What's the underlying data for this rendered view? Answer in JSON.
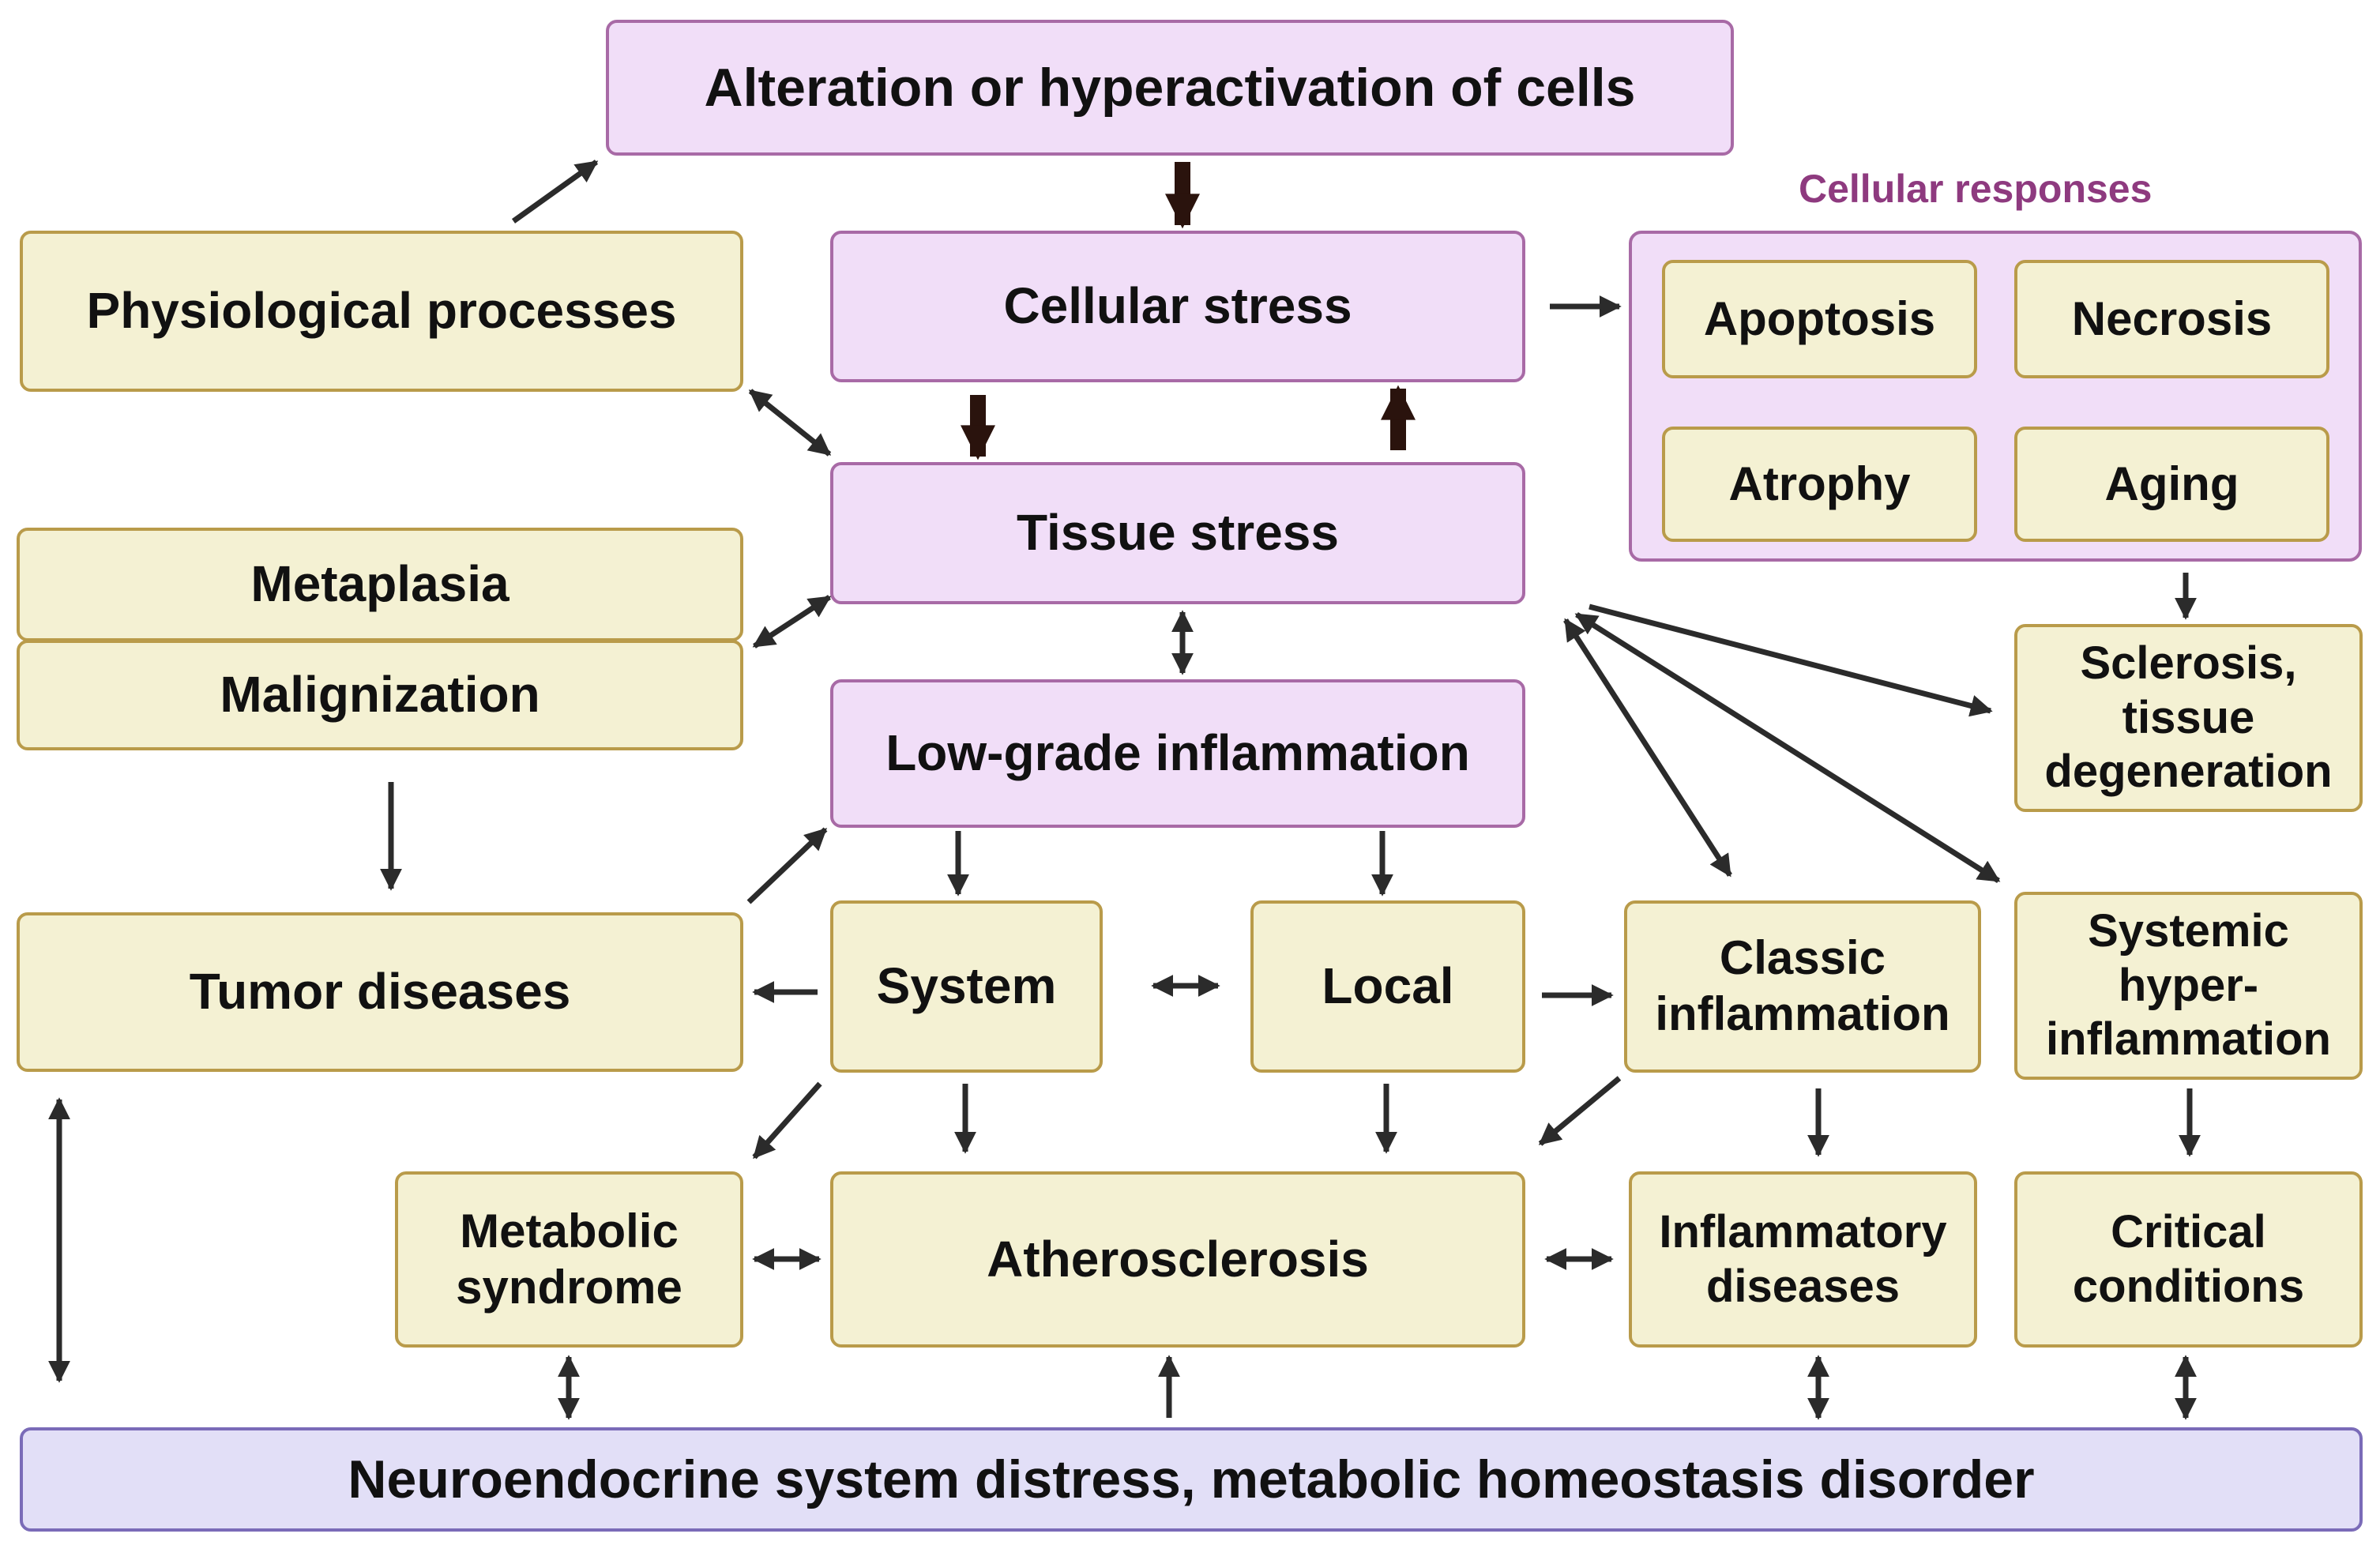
{
  "nodes": {
    "alteration": "Alteration or hyperactivation of cells",
    "cellular_stress": "Cellular stress",
    "tissue_stress": "Tissue stress",
    "low_grade": "Low-grade inflammation",
    "physiological": "Physiological processes",
    "metaplasia": "Metaplasia",
    "malignization": "Malignization",
    "tumor": "Tumor diseases",
    "system": "System",
    "local": "Local",
    "classic": "Classic\ninflammation",
    "systemic_hyper": "Systemic\nhyper-\ninflammation",
    "sclerosis": "Sclerosis,\ntissue\ndegeneration",
    "metabolic": "Metabolic\nsyndrome",
    "atherosclerosis": "Atherosclerosis",
    "inflammatory": "Inflammatory\ndiseases",
    "critical": "Critical\nconditions",
    "neuroendocrine": "Neuroendocrine system distress, metabolic homeostasis disorder"
  },
  "cellular_responses": {
    "title": "Cellular responses",
    "items": [
      "Apoptosis",
      "Necrosis",
      "Atrophy",
      "Aging"
    ]
  },
  "colors": {
    "yellow_fill": "#f4f1d3",
    "yellow_border": "#b99b4a",
    "purple_fill": "#f1def8",
    "purple_border": "#a86aa6",
    "blue_fill": "#e2dff7",
    "blue_border": "#7a6bb8",
    "arrow": "#2b2b2b",
    "thick_arrow": "#2a130d",
    "label": "#8e3a7f"
  }
}
